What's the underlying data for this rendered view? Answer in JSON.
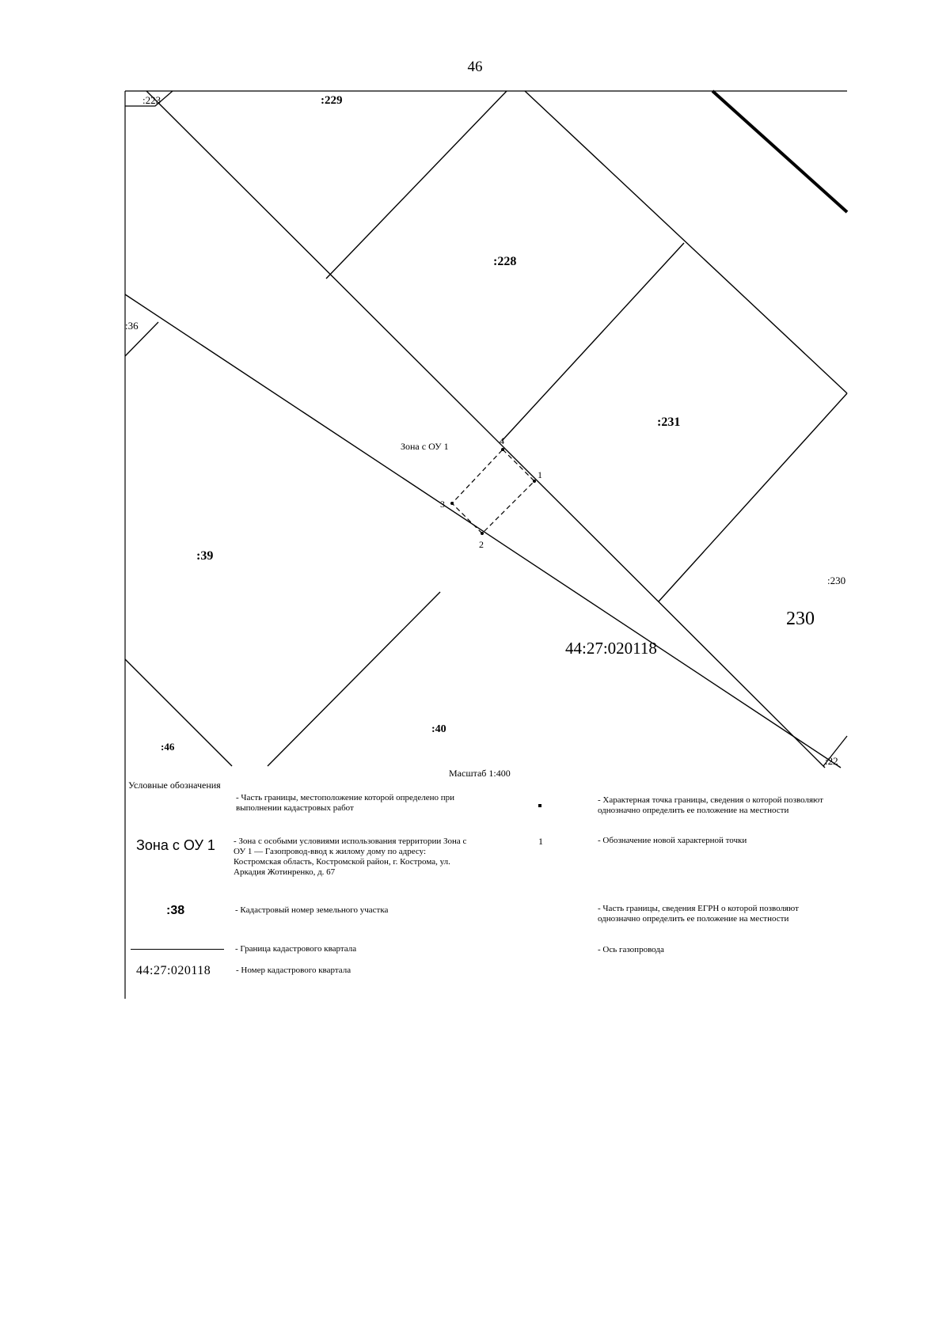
{
  "page": {
    "number": "46"
  },
  "map": {
    "parcel_labels": {
      "p223": ":223",
      "p229": ":229",
      "p228": ":228",
      "p36": ":36",
      "p231": ":231",
      "p39": ":39",
      "p230_big": "230",
      "p230_edge": ":230",
      "p40": ":40",
      "p46": ":46",
      "p22": ":22"
    },
    "zone_label": "Зона с ОУ 1",
    "points": [
      "1",
      "2",
      "3",
      "4"
    ],
    "quarter_number": "44:27:020118",
    "scale": "Масштаб 1:400"
  },
  "legend": {
    "title": "Условные обозначения",
    "items": [
      {
        "symbol": "",
        "text": "- Часть границы, местоположение которой определено при выполнении кадастровых работ"
      },
      {
        "symbol": "Зона с ОУ 1",
        "text": "- Зона с особыми условиями использования территории Зона с ОУ 1 — Газопровод-ввод к жилому дому по адресу: Костромская область, Костромской район, г. Кострома, ул. Аркадия Жотинренко, д. 67"
      },
      {
        "symbol": ":38",
        "text": "- Кадастровый номер земельного участка"
      },
      {
        "symbol": "",
        "text": "- Граница кадастрового квартала"
      },
      {
        "symbol": "44:27:020118",
        "text": "- Номер кадастрового квартала"
      },
      {
        "symbol": "",
        "text": "- Характерная точка границы, сведения о которой позволяют однозначно определить ее положение на местности"
      },
      {
        "symbol": "1",
        "text": "- Обозначение новой характерной точки"
      },
      {
        "symbol": "",
        "text": "- Часть границы, сведения ЕГРН о которой позволяют однозначно определить ее положение на местности"
      },
      {
        "symbol": "",
        "text": "- Ось газопровода"
      }
    ]
  }
}
